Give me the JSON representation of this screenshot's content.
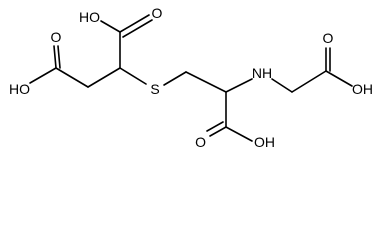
{
  "molecule": {
    "atoms": {
      "oh_top": "HO",
      "o_top": "O",
      "o_left": "O",
      "ho_left": "HO",
      "s": "S",
      "nh": "NH",
      "o_right": "O",
      "oh_right": "OH",
      "o_bottom": "O",
      "oh_bottom": "OH"
    }
  }
}
